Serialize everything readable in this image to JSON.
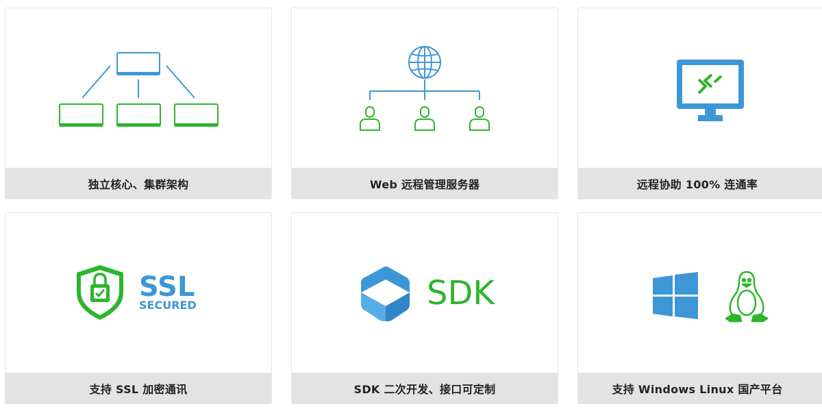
{
  "colors": {
    "blue": "#3d97d6",
    "green": "#2db52c",
    "caption_bg": "#e3e3e3",
    "caption_text": "#222222"
  },
  "cards": [
    {
      "caption": "独立核心、集群架构",
      "icon": "cluster-architecture-icon"
    },
    {
      "caption": "Web 远程管理服务器",
      "icon": "web-management-globe-icon"
    },
    {
      "caption": "远程协助 100% 连通率",
      "icon": "remote-desktop-monitor-icon"
    },
    {
      "caption": "支持 SSL 加密通讯",
      "icon": "ssl-shield-lock-icon",
      "badge_title": "SSL",
      "badge_subtitle": "SECURED"
    },
    {
      "caption": "SDK 二次开发、接口可定制",
      "icon": "sdk-logo-icon",
      "logo_text": "SDK"
    },
    {
      "caption": "支持 Windows Linux 国产平台",
      "icon": "windows-linux-platform-icon"
    }
  ]
}
